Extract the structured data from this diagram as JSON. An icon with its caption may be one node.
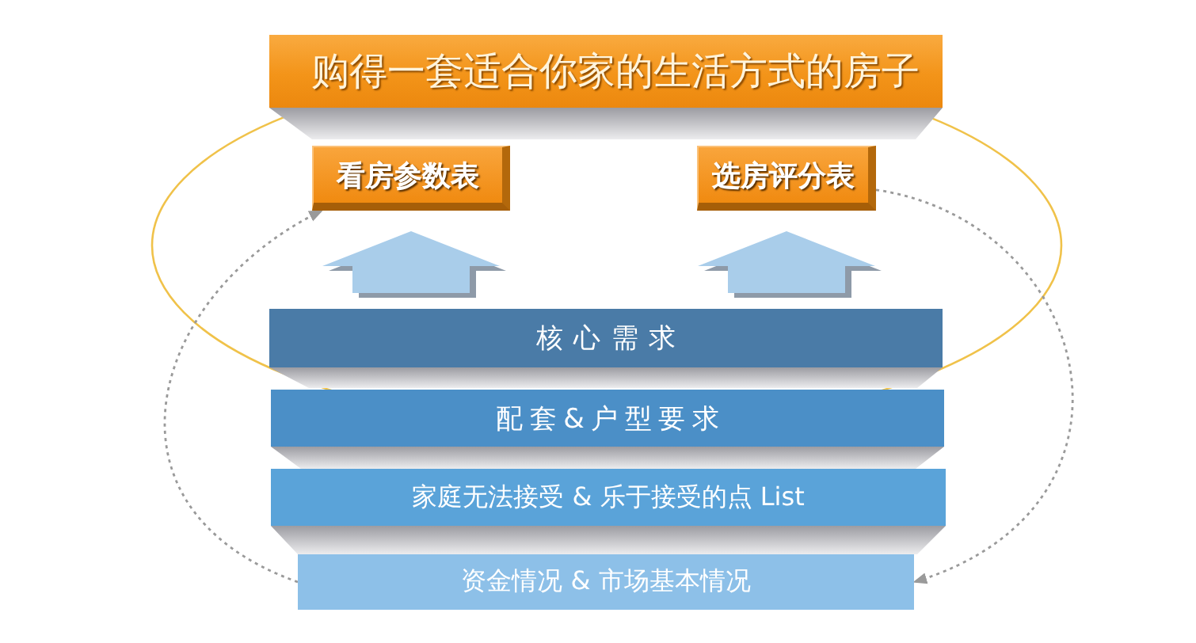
{
  "diagram": {
    "nodes": [
      {
        "text": [
          "购得一套适合你家的生活方式的房子"
        ]
      },
      {
        "text": [
          "看房参数表"
        ]
      },
      {
        "text": [
          "选房评分表"
        ]
      },
      {
        "text": [
          "核心需求"
        ]
      },
      {
        "text": [
          "配套&户型要求"
        ]
      },
      {
        "text": [
          "家庭无法接受 & 乐于接受的点 List"
        ]
      },
      {
        "text": [
          "资金情况 & 市场基本情况"
        ]
      }
    ],
    "edges": [
      {
        "from": 3,
        "to": 1,
        "arrow": "to",
        "style": "thick",
        "color": "#a9cdea"
      },
      {
        "from": 3,
        "to": 2,
        "arrow": "to",
        "style": "thick",
        "color": "#a9cdea"
      },
      {
        "from": 6,
        "to": 1,
        "arrow": "to",
        "style": "dashed",
        "color": "#9a9a9a"
      },
      {
        "from": 2,
        "to": 6,
        "arrow": "to",
        "style": "dashed",
        "color": "#9a9a9a"
      }
    ]
  }
}
